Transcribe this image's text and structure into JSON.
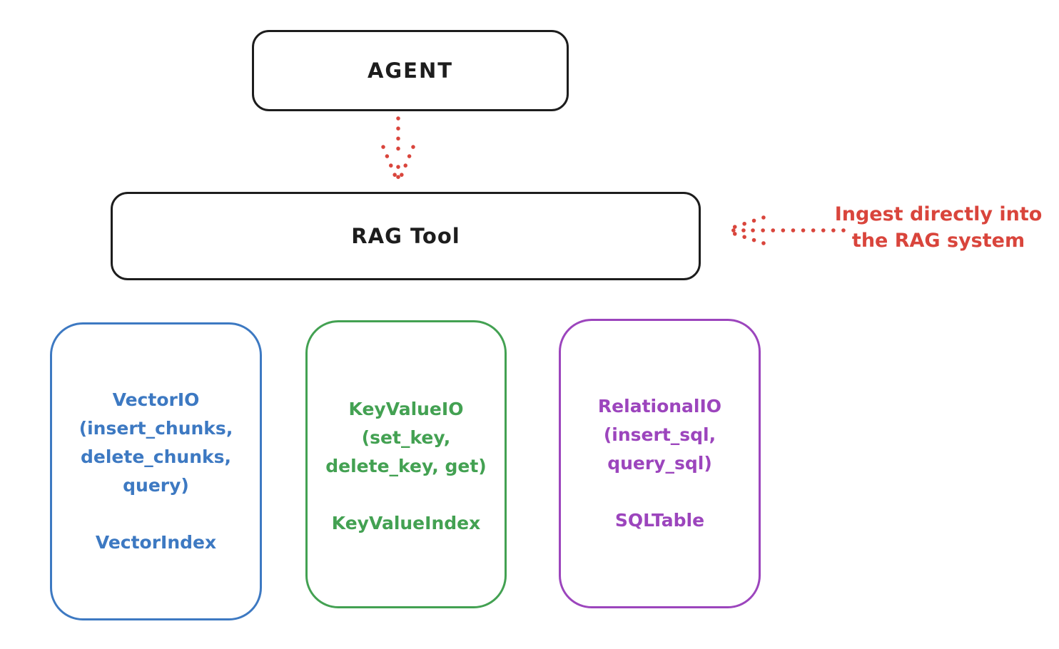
{
  "colors": {
    "stroke": "#1d1d1d",
    "red": "#d9453c",
    "blue": "#3d79c2",
    "green": "#43a152",
    "purple": "#9c45bd"
  },
  "nodes": {
    "agent": {
      "label": "AGENT"
    },
    "rag_tool": {
      "label": "RAG Tool"
    },
    "vector_io": {
      "lines": [
        "VectorIO",
        "(insert_chunks,",
        "delete_chunks,",
        "query)"
      ],
      "index": "VectorIndex"
    },
    "key_value_io": {
      "lines": [
        "KeyValueIO",
        "(set_key,",
        "delete_key, get)"
      ],
      "index": "KeyValueIndex"
    },
    "relational_io": {
      "lines": [
        "RelationalIO",
        "(insert_sql,",
        "query_sql)"
      ],
      "index": "SQLTable"
    }
  },
  "annotation": {
    "line1": "Ingest directly into",
    "line2": "the RAG system"
  },
  "arrows": [
    {
      "name": "agent-to-rag-tool",
      "style": "dotted",
      "color": "#d9453c",
      "direction": "down"
    },
    {
      "name": "ingest-into-rag-tool",
      "style": "dotted",
      "color": "#d9453c",
      "direction": "left"
    }
  ]
}
